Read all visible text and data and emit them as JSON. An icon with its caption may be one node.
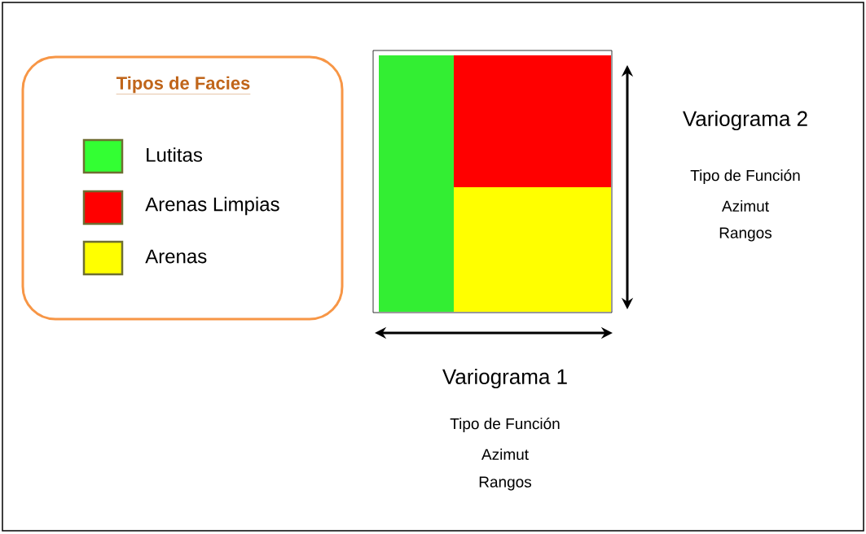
{
  "diagram": {
    "nodes": [
      {
        "text": [
          "Tipos de Facies"
        ]
      }
    ],
    "labels": [
      "Variograma 2",
      "Tipo de Función",
      "Azimut",
      "Rangos",
      "Variograma 1",
      "Tipo de Función",
      "Azimut",
      "Rangos"
    ],
    "legend": [
      {
        "text": "Lutitas",
        "color": "#33ff33"
      },
      {
        "text": "Arenas Limpias",
        "color": "#ff0000"
      },
      {
        "text": "Arenas",
        "color": "#ffff00"
      }
    ]
  }
}
